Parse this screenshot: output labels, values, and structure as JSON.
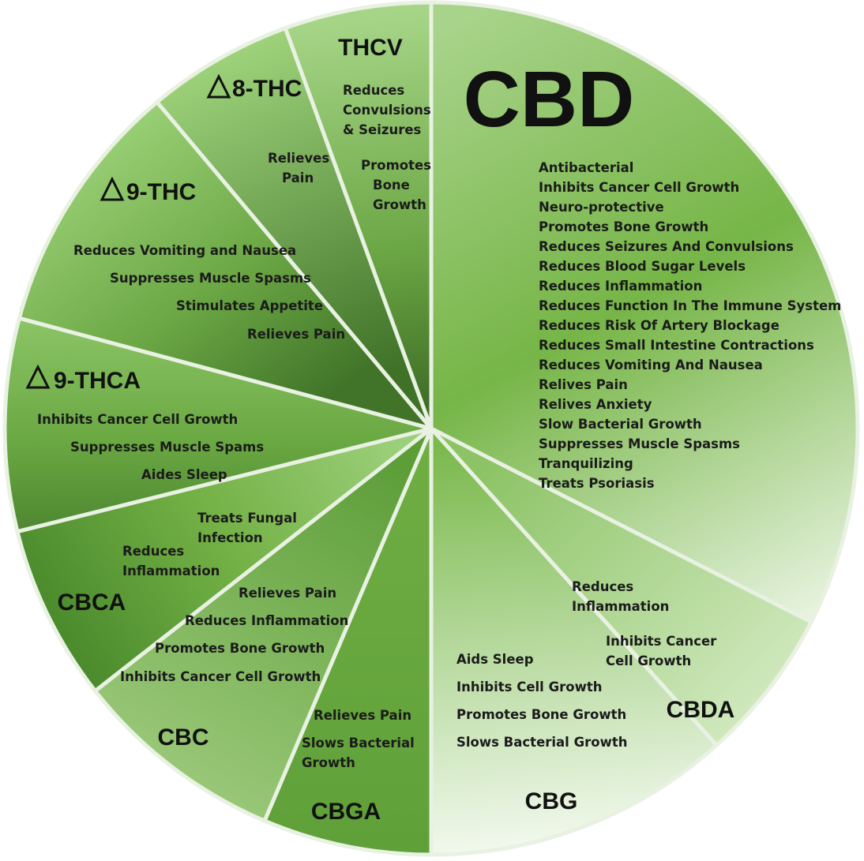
{
  "segments": [
    {
      "id": "cbd",
      "label": "CBD",
      "benefits": [
        "Antibacterial",
        "Inhibits Cancer Cell Growth",
        "Neuro-protective",
        "Promotes Bone Growth",
        "Reduces Seizures And Convulsions",
        "Reduces Blood Sugar Levels",
        "Reduces Inflammation",
        "Reduces Function In The Immune System",
        "Reduces Risk Of Artery Blockage",
        "Reduces Small Intestine Contractions",
        "Reduces Vomiting And Nausea",
        "Relives Pain",
        "Relives Anxiety",
        "Slow Bacterial Growth",
        "Suppresses Muscle Spasms",
        "Tranquilizing",
        "Treats Psoriasis"
      ]
    },
    {
      "id": "cbda",
      "label": "CBDA",
      "benefits": [
        "Reduces",
        "Inflammation",
        "Inhibits Cancer",
        "Cell Growth"
      ]
    },
    {
      "id": "cbg",
      "label": "CBG",
      "benefits": [
        "Aids Sleep",
        "Inhibits Cell Growth",
        "Promotes Bone Growth",
        "Slows Bacterial Growth"
      ]
    },
    {
      "id": "cbga",
      "label": "CBGA",
      "benefits": [
        "Relieves Pain",
        "Slows Bacterial",
        "Growth"
      ]
    },
    {
      "id": "cbc",
      "label": "CBC",
      "benefits": [
        "Relieves Pain",
        "Reduces Inflammation",
        "Promotes Bone Growth",
        "Inhibits Cancer Cell Growth"
      ]
    },
    {
      "id": "cbca",
      "label": "CBCA",
      "benefits": [
        "Treats Fungal",
        "Infection",
        "Reduces",
        "Inflammation"
      ]
    },
    {
      "id": "d9-thca",
      "label": "9-THCA",
      "benefits": [
        "Inhibits Cancer Cell Growth",
        "Suppresses Muscle Spams",
        "Aides Sleep"
      ]
    },
    {
      "id": "d9-thc",
      "label": "9-THC",
      "benefits": [
        "Reduces Vomiting and Nausea",
        "Suppresses Muscle Spasms",
        "Stimulates Appetite",
        "Relieves Pain"
      ]
    },
    {
      "id": "d8-thc",
      "label": "8-THC",
      "benefits": [
        "Relieves",
        "Pain"
      ]
    },
    {
      "id": "thcv",
      "label": "THCV",
      "benefits": [
        "Reduces",
        "Convulsions",
        "& Seizures",
        "Promotes",
        "Bone",
        "Growth"
      ]
    }
  ],
  "colors": {
    "light": "#a8d38a",
    "mid": "#76b547",
    "dark": "#4c8a2e",
    "pale": "#f4faf0",
    "divider": "#e8f1e2"
  }
}
